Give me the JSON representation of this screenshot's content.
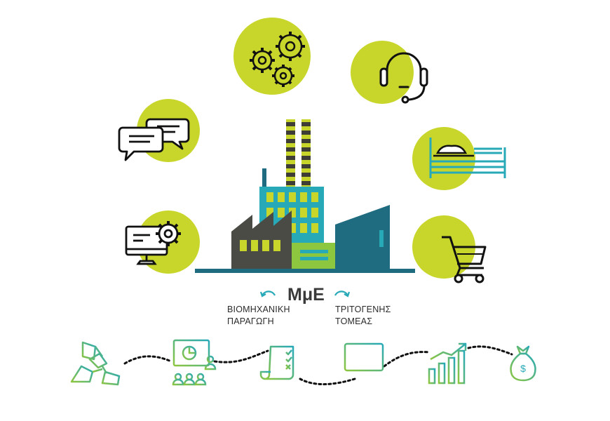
{
  "center": {
    "title": "ΜμΕ"
  },
  "left_label": {
    "line1": "ΒΙΟΜΗΧΑΝΙΚΗ",
    "line2": "ΠΑΡΑΓΩΓΗ"
  },
  "right_label": {
    "line1": "ΤΡΙΤΟΓΕΝΗΣ",
    "line2": "ΤΟΜΕΑΣ"
  },
  "colors": {
    "lime": "#c8d62b",
    "teal": "#28a9b8",
    "dark_teal": "#1f6b80",
    "dark_gray": "#4b4b45",
    "black": "#111111",
    "green": "#8dc63f"
  },
  "icons": {
    "around_factory": [
      "gears-icon",
      "headset-icon",
      "chat-bubbles-icon",
      "bed-icon",
      "computer-settings-icon",
      "shopping-cart-icon"
    ],
    "bottom_path": [
      "handshake-hands-icon",
      "presentation-icon",
      "checklist-document-icon",
      "monitor-icon",
      "growth-chart-icon",
      "money-bag-icon"
    ]
  }
}
